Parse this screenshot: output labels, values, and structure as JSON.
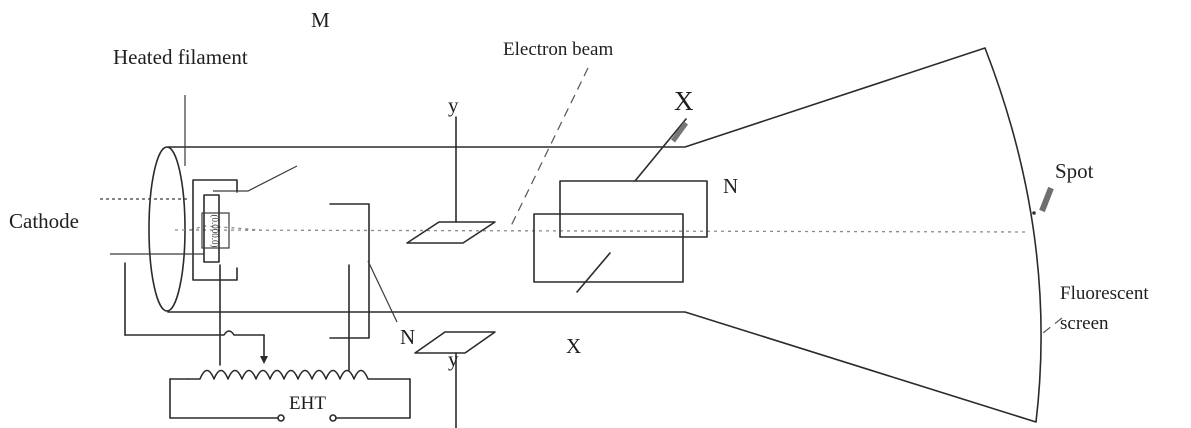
{
  "diagram": {
    "labels": {
      "m": "M",
      "heated_filament": "Heated filament",
      "electron_beam": "Electron beam",
      "cathode": "Cathode",
      "y_top": "y",
      "y_bottom": "y",
      "x_top": "X",
      "x_bottom": "X",
      "n_right": "N",
      "n_lower": "N",
      "spot": "Spot",
      "fluorescent": "Fluorescent",
      "screen": "screen",
      "eht": "EHT",
      "filament_coil": "(0.000.0)"
    }
  }
}
